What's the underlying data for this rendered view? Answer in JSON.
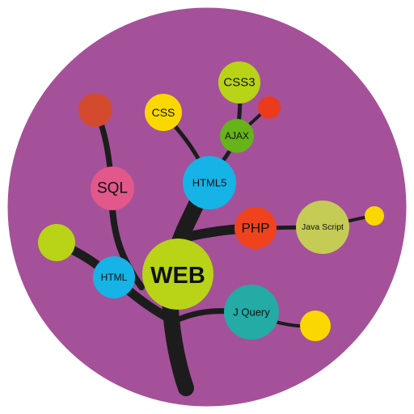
{
  "colors": {
    "background": "#a4519a",
    "border": "#ffffff",
    "branch": "#1c1c1c",
    "pink": "#e2588b",
    "cyan": "#16b3e6",
    "lime": "#b9d316",
    "green": "#66b31a",
    "yellow": "#fbd700",
    "orange_red": "#f0421d",
    "red": "#ec3a1c",
    "brick": "#d44a2e",
    "olive": "#c4cc56",
    "teal": "#24aba5"
  },
  "nodes": {
    "web": {
      "label": "WEB",
      "color": "lime"
    },
    "html": {
      "label": "HTML",
      "color": "cyan"
    },
    "html5": {
      "label": "HTML5",
      "color": "cyan"
    },
    "sql": {
      "label": "SQL",
      "color": "pink"
    },
    "css": {
      "label": "CSS",
      "color": "yellow"
    },
    "css3": {
      "label": "CSS3",
      "color": "lime"
    },
    "ajax": {
      "label": "AJAX",
      "color": "green"
    },
    "php": {
      "label": "PHP",
      "color": "orange_red"
    },
    "javascript": {
      "label": "Java Script",
      "color": "olive"
    },
    "jquery": {
      "label": "J Query",
      "color": "teal"
    }
  },
  "leaves": {
    "top_left": {
      "color": "brick"
    },
    "left": {
      "color": "lime"
    },
    "small_red": {
      "color": "red"
    },
    "right_small": {
      "color": "yellow"
    },
    "bottom_right": {
      "color": "yellow"
    }
  }
}
